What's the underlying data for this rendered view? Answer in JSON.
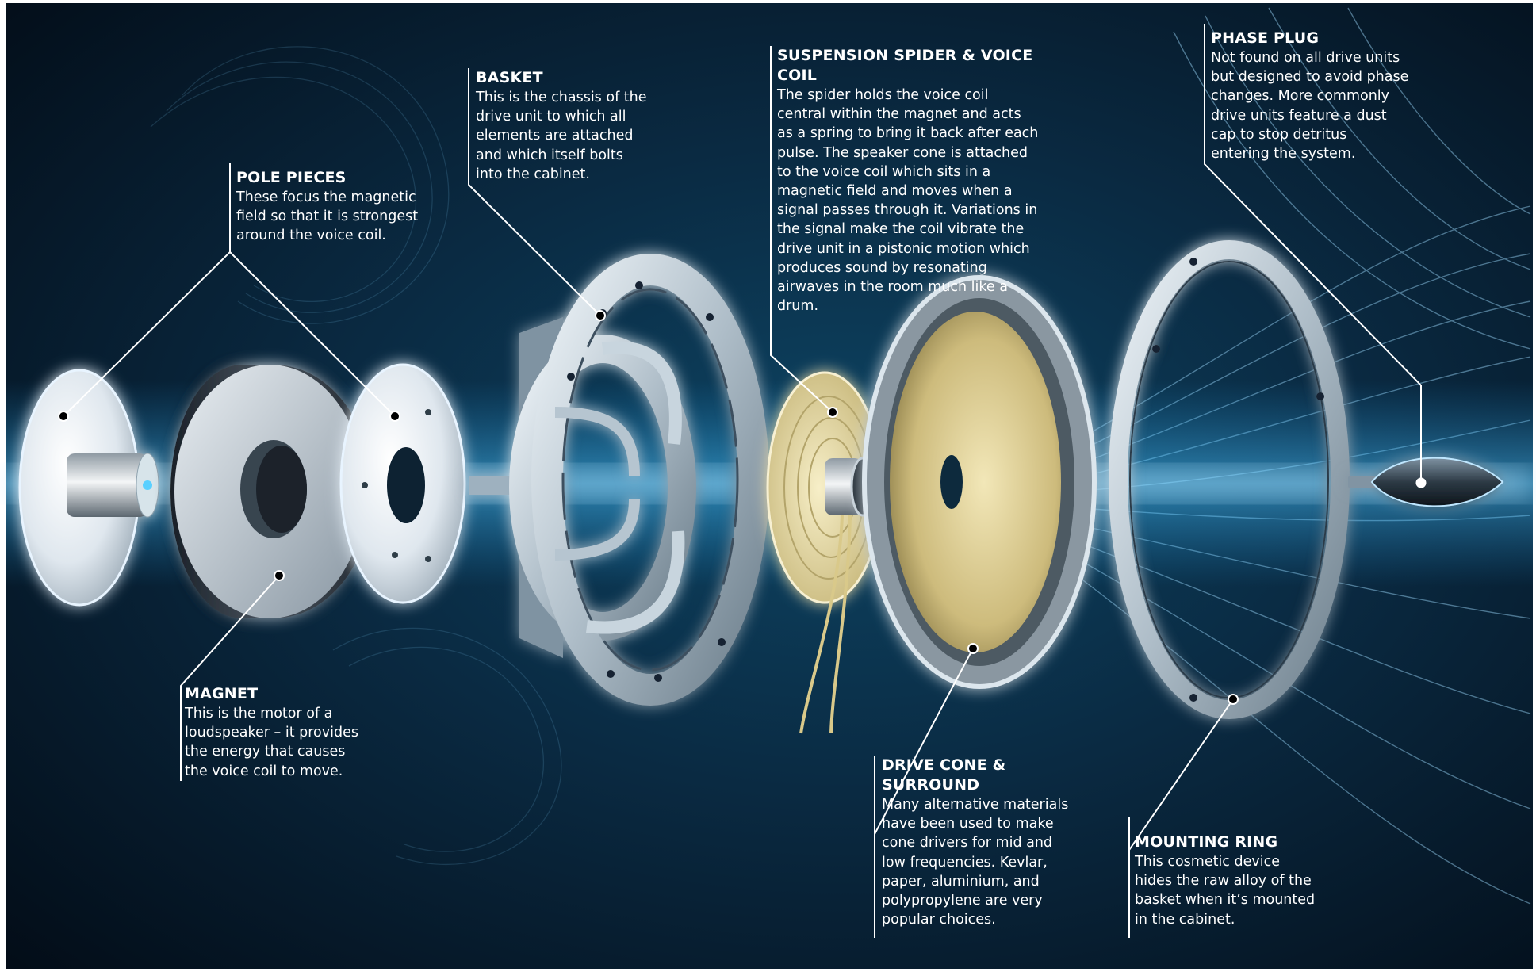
{
  "components": {
    "pole_pieces": {
      "title": "POLE PIECES",
      "body": "These focus the magnetic field so that it is strongest around the voice coil."
    },
    "magnet": {
      "title": "MAGNET",
      "body": "This is the motor of a loudspeaker – it provides the energy that causes the voice coil to move."
    },
    "basket": {
      "title": "BASKET",
      "body": "This is the chassis of the drive unit to which all elements are attached and which itself bolts into the cabinet."
    },
    "spider_voice_coil": {
      "title": "SUSPENSION SPIDER & VOICE COIL",
      "body": "The spider holds the voice coil central within the magnet and acts as a spring to bring it back after each pulse. The speaker cone is attached to the voice coil which sits in a magnetic field and moves when a signal passes through it. Variations in the signal make the coil vibrate the drive unit in a pistonic motion which produces sound by resonating airwaves in the room much like a drum."
    },
    "drive_cone": {
      "title": "DRIVE CONE & SURROUND",
      "body": "Many alternative materials have been used to make cone drivers for mid and low frequencies. Kevlar, paper, aluminium, and polypropylene are very popular choices."
    },
    "mounting_ring": {
      "title": "MOUNTING RING",
      "body": "This cosmetic device hides the raw alloy of the basket when it’s mounted in the cabinet."
    },
    "phase_plug": {
      "title": "PHASE PLUG",
      "body": "Not found on all drive units but designed to avoid phase changes. More commonly drive units feature a dust cap to stop detritus entering the system."
    }
  },
  "colors": {
    "background_dark": "#04121f",
    "background_mid": "#0a3550",
    "glow": "#2fb3ff",
    "metal": "#c9d6df",
    "cone": "#d8c990",
    "spider": "#e5dbaa",
    "text": "#ffffff"
  }
}
